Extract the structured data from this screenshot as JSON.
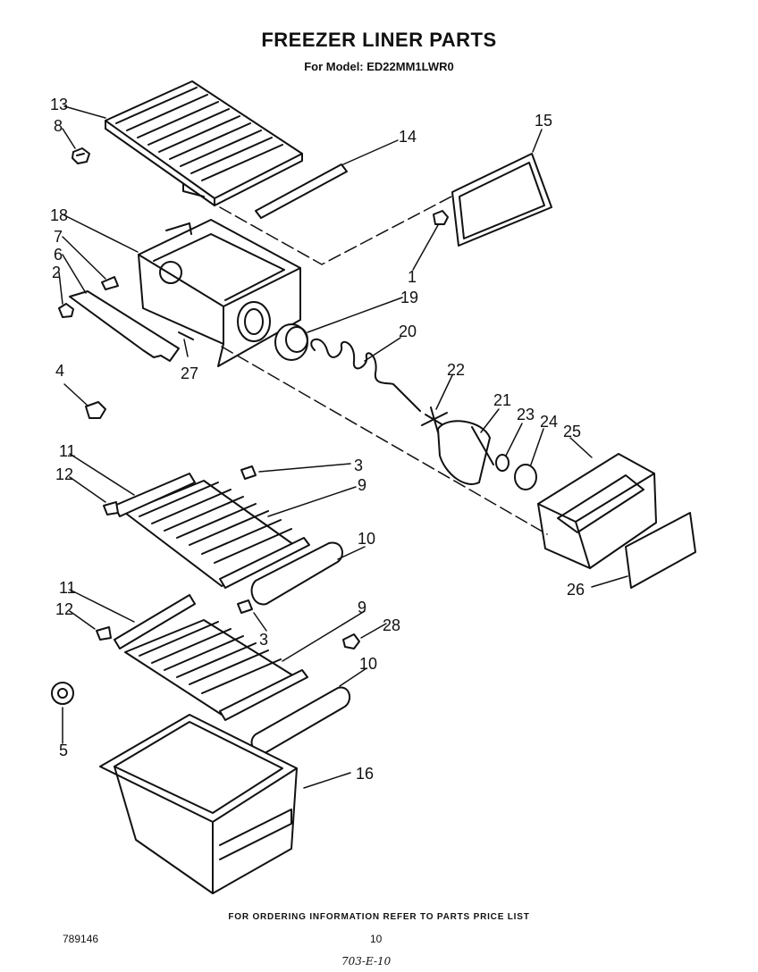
{
  "header": {
    "title": "FREEZER LINER PARTS",
    "subtitle": "For Model: ED22MM1LWR0"
  },
  "callouts": [
    "13",
    "8",
    "14",
    "15",
    "18",
    "7",
    "6",
    "2",
    "1",
    "19",
    "20",
    "27",
    "22",
    "4",
    "21",
    "23",
    "24",
    "25",
    "11",
    "3",
    "12",
    "9",
    "10",
    "11",
    "12",
    "3",
    "9",
    "28",
    "26",
    "10",
    "5",
    "16"
  ],
  "footer": {
    "note": "FOR ORDERING INFORMATION REFER TO PARTS PRICE LIST",
    "doc_number": "789146",
    "page_number": "10",
    "handwritten_code": "703-E-10"
  }
}
